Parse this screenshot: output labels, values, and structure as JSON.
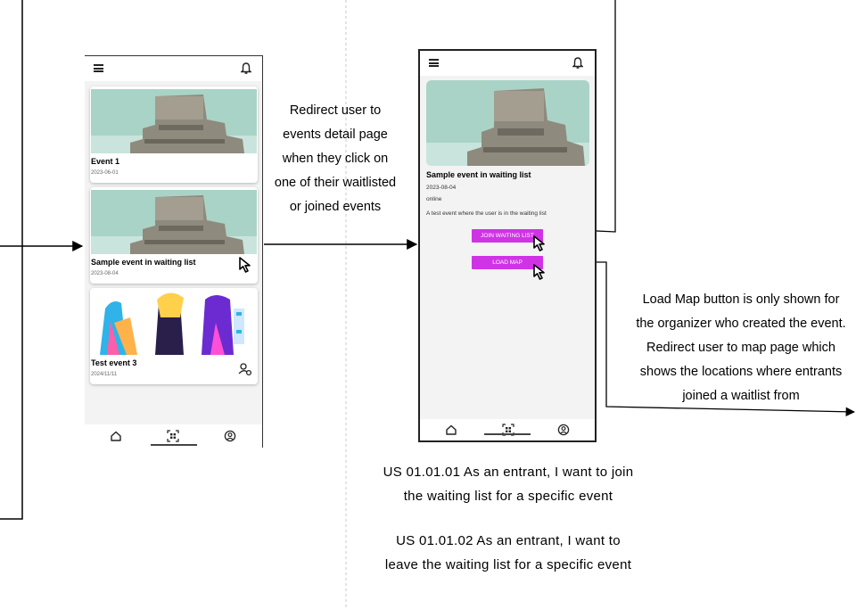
{
  "colors": {
    "accent": "#d033e6",
    "line": "#000000",
    "divider": "#cccccc"
  },
  "icons": {
    "menu": "hamburger-menu-icon",
    "notifications": "bell-icon",
    "home": "home-icon",
    "scan": "qr-scan-icon",
    "profile": "profile-icon",
    "cursor": "mouse-pointer-icon",
    "organizer": "user-settings-icon"
  },
  "events_list_screen": {
    "cards": [
      {
        "title": "Event 1",
        "date": "2023-06-01",
        "image": "building-photo"
      },
      {
        "title": "Sample event in waiting list",
        "date": "2023-08-04",
        "image": "building-photo"
      },
      {
        "title": "Test event 3",
        "date": "2024/11/11",
        "image": "people-illustration"
      }
    ]
  },
  "event_detail_screen": {
    "title": "Sample event in waiting list",
    "date": "2023-08-04",
    "location": "online",
    "description": "A test event where the user is in the waiting list",
    "join_button": "JOIN WAITING LIST",
    "map_button": "LOAD MAP"
  },
  "annotations": {
    "redirect_note": [
      "Redirect user to",
      "events detail page",
      "when they click on",
      "one of their waitlisted",
      "or joined events"
    ],
    "load_map_note": [
      "Load Map button is only shown for",
      "the organizer who created the event.",
      "Redirect user to map page which",
      "shows the locations where entrants",
      "joined a waitlist from"
    ],
    "user_stories": [
      [
        "US 01.01.01 As an entrant, I want to join",
        "the waiting list for a specific event"
      ],
      [
        "US 01.01.02 As an entrant, I want to",
        "leave the waiting list for a specific event"
      ]
    ]
  }
}
